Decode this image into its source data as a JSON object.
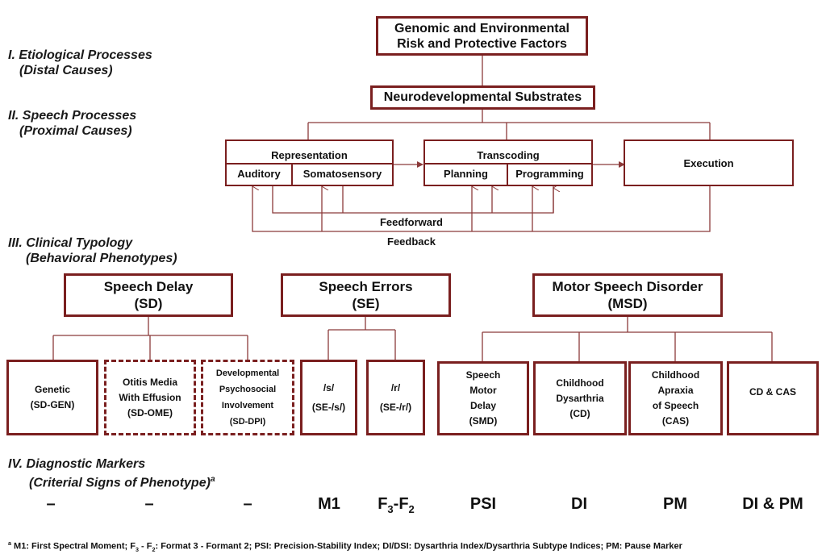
{
  "sections": {
    "s1": {
      "title": "I. Etiological Processes",
      "sub": "(Distal Causes)"
    },
    "s2": {
      "title": "II. Speech Processes",
      "sub": "(Proximal Causes)"
    },
    "s3": {
      "title": "III. Clinical Typology",
      "sub": "(Behavioral Phenotypes)"
    },
    "s4": {
      "title": "IV. Diagnostic Markers",
      "sub": "(Criterial Signs of Phenotype)",
      "sup": "a"
    }
  },
  "etiology": {
    "line1": "Genomic and Environmental",
    "line2": "Risk and Protective Factors"
  },
  "substrates": "Neurodevelopmental Substrates",
  "processes": {
    "representation": {
      "title": "Representation",
      "left": "Auditory",
      "right": "Somatosensory"
    },
    "transcoding": {
      "title": "Transcoding",
      "left": "Planning",
      "right": "Programming"
    },
    "execution": "Execution",
    "feedforward": "Feedforward",
    "feedback": "Feedback"
  },
  "typology": {
    "sd": {
      "line1": "Speech Delay",
      "line2": "(SD)"
    },
    "se": {
      "line1": "Speech Errors",
      "line2": "(SE)"
    },
    "msd": {
      "line1": "Motor Speech Disorder",
      "line2": "(MSD)"
    }
  },
  "subtypes": {
    "gen": {
      "line1": "Genetic",
      "line2": "(SD-GEN)"
    },
    "ome": {
      "line1": "Otitis Media",
      "line2": "With Effusion",
      "line3": "(SD-OME)"
    },
    "dpi": {
      "line1": "Developmental",
      "line2": "Psychosocial",
      "line3": "Involvement",
      "line4": "(SD-DPI)"
    },
    "s": {
      "line1": "/s/",
      "line2": "(SE-/s/)"
    },
    "r": {
      "line1": "/r/",
      "line2": "(SE-/r/)"
    },
    "smd": {
      "line1": "Speech",
      "line2": "Motor",
      "line3": "Delay",
      "line4": "(SMD)"
    },
    "cd": {
      "line1": "Childhood",
      "line2": "Dysarthria",
      "line3": "(CD)"
    },
    "cas": {
      "line1": "Childhood",
      "line2": "Apraxia",
      "line3": "of Speech",
      "line4": "(CAS)"
    },
    "cdcas": "CD & CAS"
  },
  "markers": {
    "m1": "–",
    "m2": "–",
    "m3": "–",
    "m4": "M1",
    "m5_a": "F",
    "m5_s1": "3",
    "m5_b": "-F",
    "m5_s2": "2",
    "m6": "PSI",
    "m7": "DI",
    "m8": "PM",
    "m9": "DI & PM"
  },
  "footnote": {
    "sup": "a",
    "p1": " M1: First Spectral Moment; F",
    "s1": "3",
    "p2": " - F",
    "s2": "2",
    "p3": ": Format 3 - Formant 2; PSI: Precision-Stability Index; DI/DSI: Dysarthria Index/Dysarthria Subtype Indices; PM: Pause Marker"
  },
  "colors": {
    "box_border": "#7a1f1f",
    "line": "#8b3a3a",
    "text": "#111111"
  }
}
